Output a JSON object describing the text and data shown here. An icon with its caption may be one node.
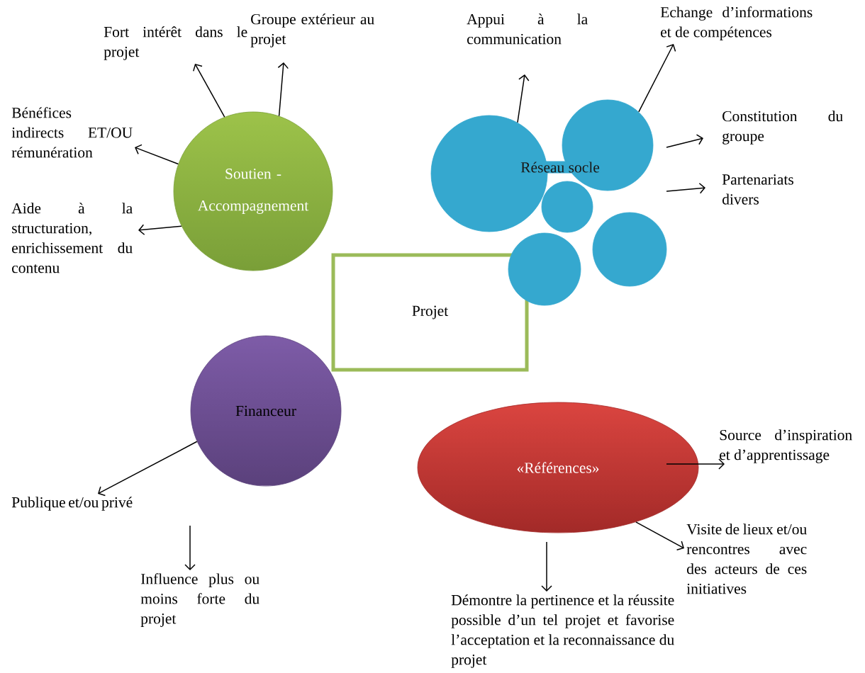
{
  "diagram": {
    "nodes": [
      {
        "text": [
          "Soutien - Accompagnement"
        ]
      },
      {
        "text": [
          "Fort intérêt dans le projet"
        ]
      },
      {
        "text": [
          "Groupe extérieur au projet"
        ]
      },
      {
        "text": [
          "Bénéfices indirects ET/OU rémunération"
        ]
      },
      {
        "text": [
          "Aide à la structuration, enrichissement du contenu"
        ]
      },
      {
        "text": [
          "Projet"
        ]
      },
      {
        "text": [],
        "shape": "circle"
      },
      {
        "text": [],
        "shape": "circle"
      },
      {
        "text": [],
        "shape": "circle"
      },
      {
        "text": [],
        "shape": "circle"
      },
      {
        "text": [],
        "shape": "circle"
      },
      {
        "text": [
          "Réseau socle"
        ]
      },
      {
        "text": [
          "Appui à la communication"
        ]
      },
      {
        "text": [
          "Echange d’informations et de compétences"
        ]
      },
      {
        "text": [
          "Constitution du groupe"
        ]
      },
      {
        "text": [
          "Partenariats divers"
        ]
      },
      {
        "text": [
          "Financeur"
        ]
      },
      {
        "text": [
          "Publique et/ou privé"
        ]
      },
      {
        "text": [
          "Influence plus ou moins forte du projet"
        ]
      },
      {
        "text": [
          "«Références»"
        ]
      },
      {
        "text": [
          "Source d’inspiration et d’apprentissage"
        ]
      },
      {
        "text": [
          "Visite de lieux et/ou rencontres avec des acteurs de ces initiatives"
        ]
      },
      {
        "text": [
          "Démontre la pertinence et la réussite possible d’un tel projet et favorise l’acceptation et la reconnaissance du projet"
        ]
      }
    ],
    "edges": [
      {
        "from": 0,
        "to": 1,
        "arrow": "to"
      },
      {
        "from": 0,
        "to": 2,
        "arrow": "to"
      },
      {
        "from": 0,
        "to": 3,
        "arrow": "to"
      },
      {
        "from": 0,
        "to": 4,
        "arrow": "to"
      },
      {
        "from": 6,
        "to": 12,
        "arrow": "to"
      },
      {
        "from": 9,
        "to": 13,
        "arrow": "to"
      },
      {
        "from": 9,
        "to": 14,
        "arrow": "to"
      },
      {
        "from": 9,
        "to": 15,
        "arrow": "to"
      },
      {
        "from": 16,
        "to": 17,
        "arrow": "to"
      },
      {
        "from": 16,
        "to": 18,
        "arrow": "to"
      },
      {
        "from": 19,
        "to": 20,
        "arrow": "to"
      },
      {
        "from": 19,
        "to": 21,
        "arrow": "to"
      },
      {
        "from": 19,
        "to": 22,
        "arrow": "to"
      }
    ]
  }
}
